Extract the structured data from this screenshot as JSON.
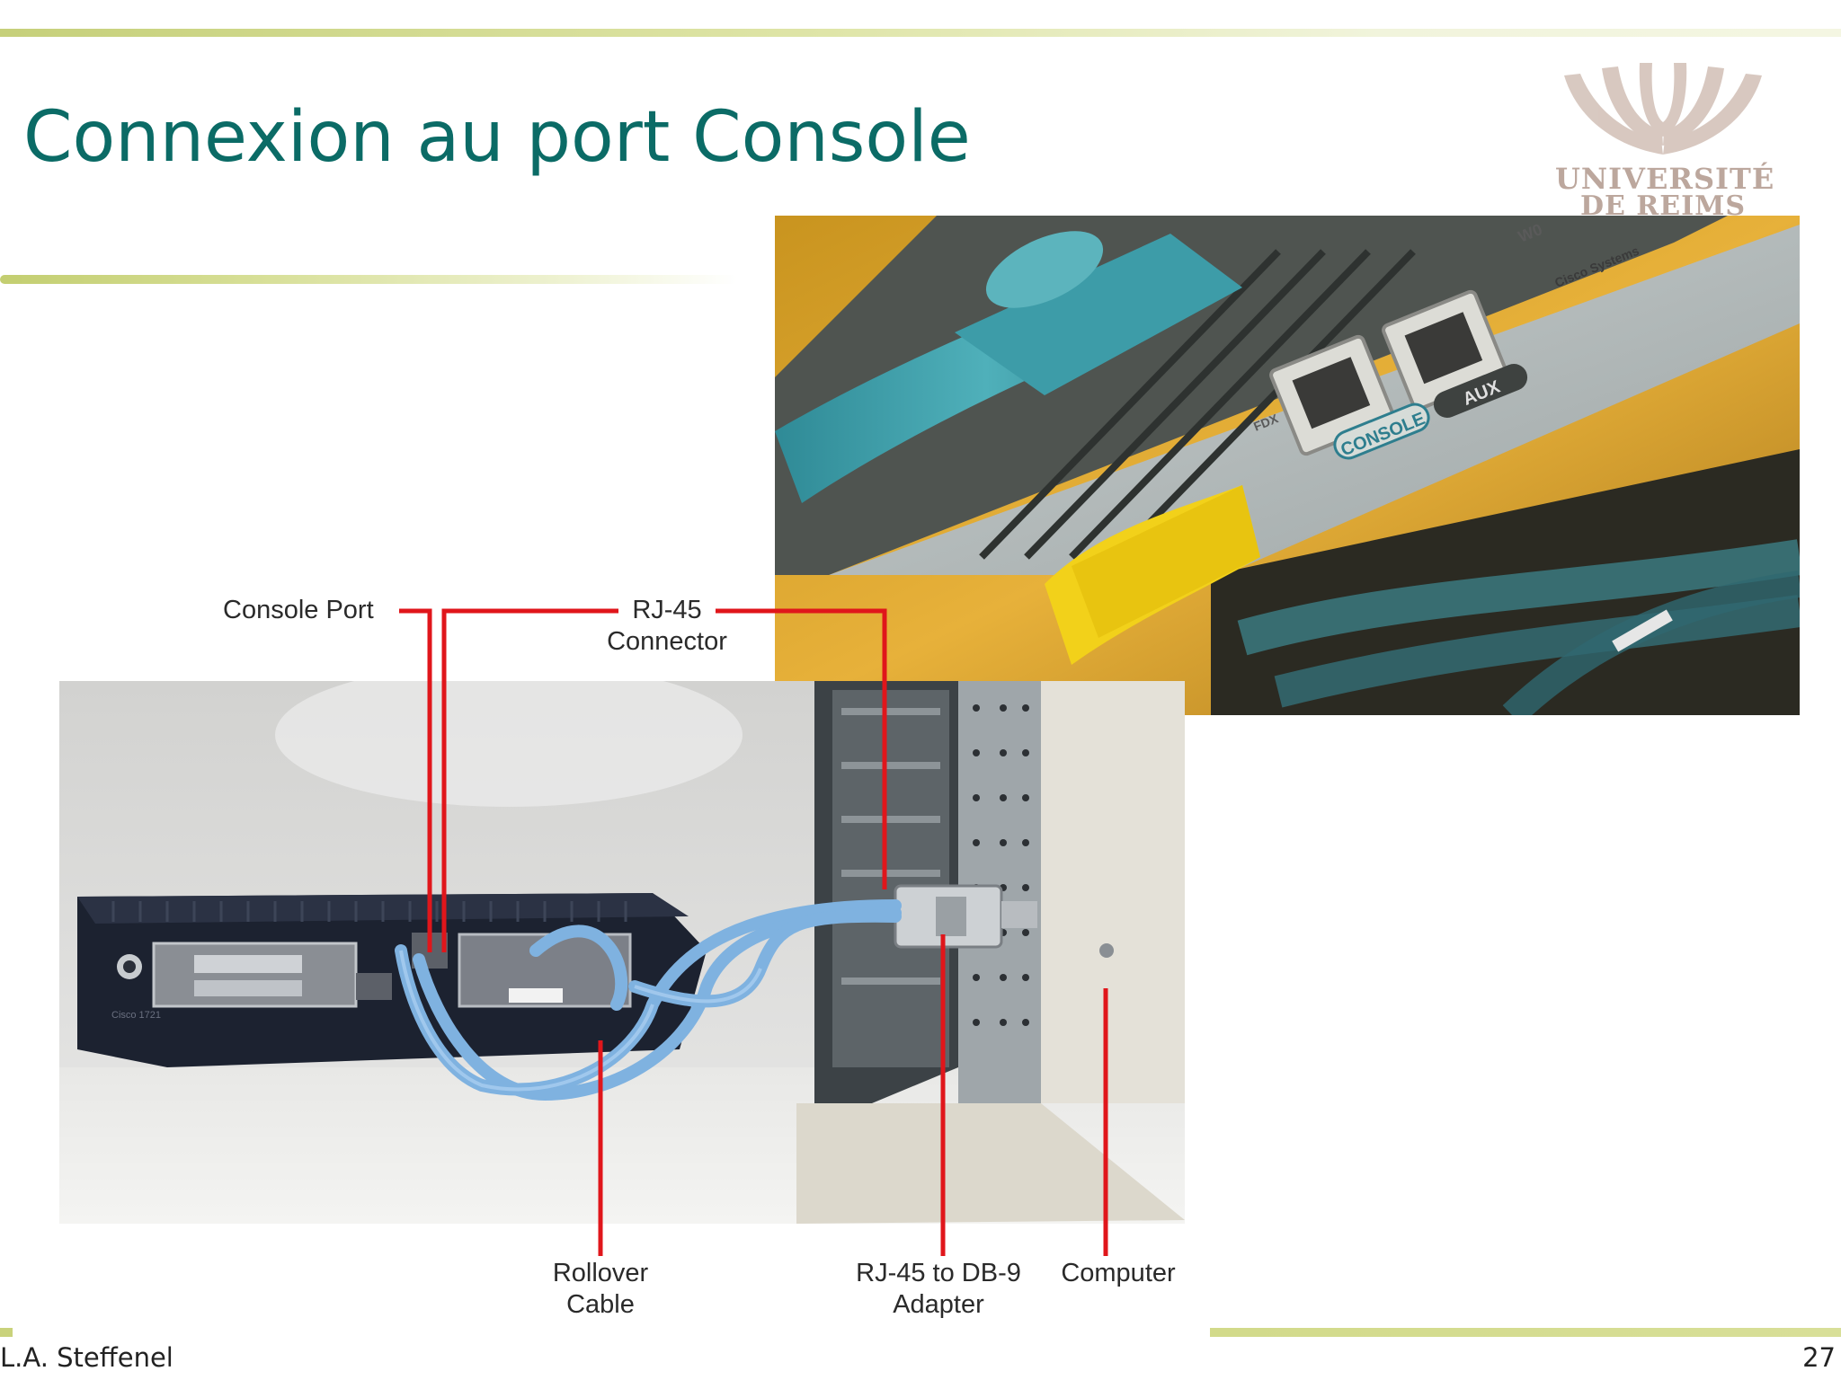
{
  "slide": {
    "title": "Connexion au port Console",
    "author": "L.A. Steffenel",
    "page_number": "27"
  },
  "logo": {
    "line1": "UNIVERSITÉ",
    "line2": "DE REIMS"
  },
  "photo_top": {
    "port_labels": {
      "console": "CONSOLE",
      "aux": "AUX",
      "fdx": "FDX",
      "w0": "W0",
      "brand": "Cisco Systems"
    }
  },
  "diagram": {
    "labels": {
      "console_port": "Console Port",
      "rj45_line1": "RJ-45",
      "rj45_line2": "Connector",
      "rollover_line1": "Rollover",
      "rollover_line2": "Cable",
      "adapter_line1": "RJ-45 to DB-9",
      "adapter_line2": "Adapter",
      "computer": "Computer"
    },
    "router_model_label": "Cisco 1721",
    "leader_color": "#e0161b"
  },
  "colors": {
    "title": "#0b6b66",
    "accent_rule": "#c6d07a",
    "cable": "#7fb2e0"
  }
}
